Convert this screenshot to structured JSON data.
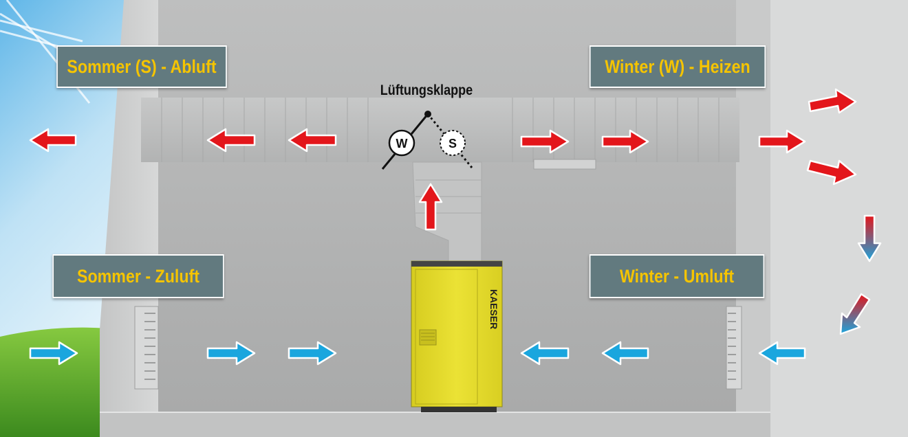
{
  "labels": {
    "summer_exhaust": "Sommer (S) - Abluft",
    "winter_heating": "Winter (W) - Heizen",
    "summer_supply": "Sommer - Zuluft",
    "winter_recirculation": "Winter - Umluft"
  },
  "damper": {
    "title": "Lüftungsklappe",
    "winter_marker": "W",
    "summer_marker": "S"
  },
  "unit": {
    "brand": "KAESER"
  },
  "colors": {
    "label_background": "#627a7f",
    "label_text": "#f5c400",
    "warm_arrow": "#e3161b",
    "cool_arrow": "#1aa6de",
    "unit_body": "#e7dd2e"
  }
}
